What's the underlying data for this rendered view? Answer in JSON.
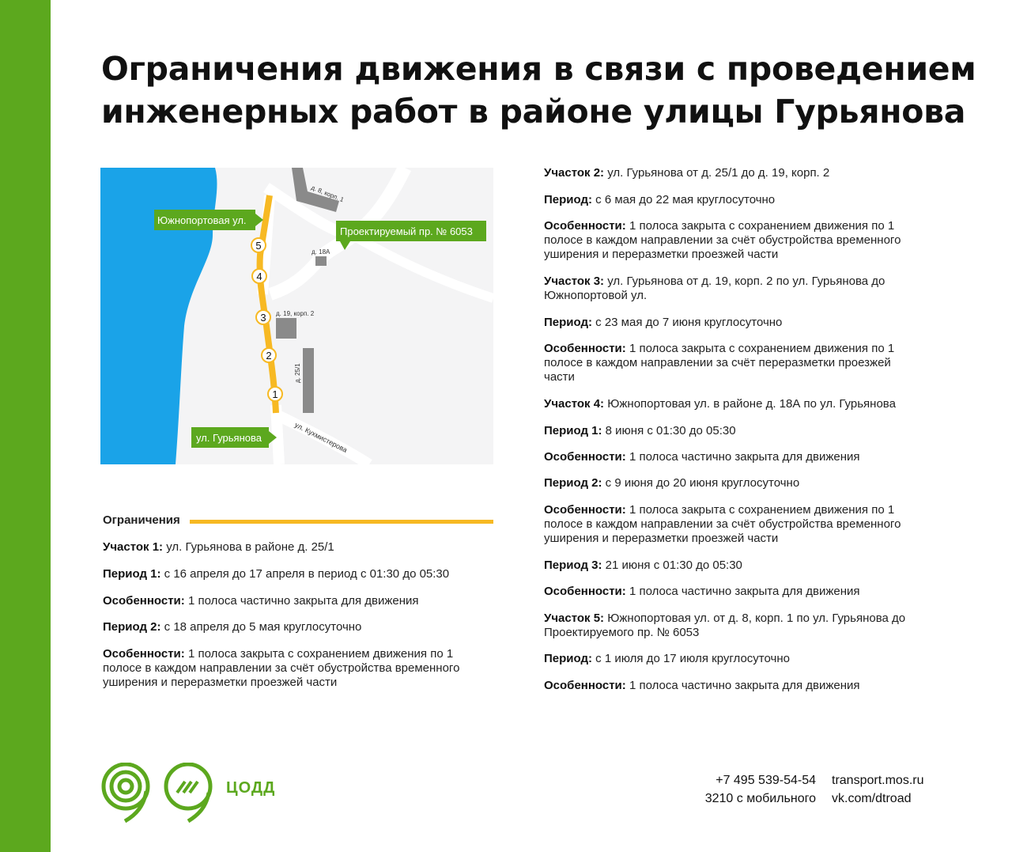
{
  "colors": {
    "brand_green": "#5ca81e",
    "restriction_yellow": "#f7b923",
    "water_blue": "#1aa3e8",
    "building_gray": "#8a8a8a",
    "road_white": "#ffffff"
  },
  "title_lines": [
    "Ограничения движения в связи с проведением",
    "инженерных работ в районе улицы Гурьянова"
  ],
  "map": {
    "labels": {
      "south_port": "Южнопортовая ул.",
      "projected": "Проектируемый пр. № 6053",
      "guryanova": "ул. Гурьянова",
      "kukhmisterova": "ул. Кухмистерова",
      "b8": "д. 8, корп. 1",
      "b18a": "д. 18А",
      "b19": "д. 19, корп. 2",
      "b25": "д. 25/1"
    },
    "markers": [
      "5",
      "4",
      "3",
      "2",
      "1"
    ]
  },
  "legend": {
    "label": "Ограничения"
  },
  "left_blocks": [
    {
      "key": "Участок 1:",
      "text": " ул. Гурьянова в районе д. 25/1"
    },
    {
      "key": "Период 1:",
      "text": " с 16 апреля до 17 апреля в период с 01:30 до 05:30"
    },
    {
      "key": "Особенности:",
      "text": " 1 полоса частично закрыта для движения"
    },
    {
      "key": "Период 2:",
      "text": " с 18 апреля до 5 мая круглосуточно"
    },
    {
      "key": "Особенности:",
      "text": " 1 полоса закрыта с сохранением движения по 1 полосе в каждом направлении за счёт обустройства временного уширения и переразметки проезжей части"
    }
  ],
  "right_blocks": [
    {
      "key": "Участок 2:",
      "text": " ул. Гурьянова от д. 25/1 до д. 19, корп. 2"
    },
    {
      "key": "Период:",
      "text": " с 6 мая до 22 мая круглосуточно"
    },
    {
      "key": "Особенности:",
      "text": " 1 полоса закрыта с сохранением движения по 1 полосе в каждом направлении за счёт обустройства временного уширения и переразметки проезжей части"
    },
    {
      "key": "Участок 3:",
      "text": " ул. Гурьянова от д. 19, корп. 2 по ул. Гурьянова до Южнопортовой ул."
    },
    {
      "key": "Период:",
      "text": " с 23 мая до 7 июня круглосуточно"
    },
    {
      "key": "Особенности:",
      "text": " 1 полоса закрыта с сохранением движения по 1 полосе в каждом направлении за счёт переразметки проезжей части"
    },
    {
      "key": "Участок 4:",
      "text": " Южнопортовая ул. в районе д. 18А по ул. Гурьянова"
    },
    {
      "key": "Период 1:",
      "text": " 8 июня с 01:30 до 05:30"
    },
    {
      "key": "Особенности:",
      "text": " 1 полоса частично закрыта для движения"
    },
    {
      "key": "Период 2:",
      "text": " с 9 июня до 20 июня круглосуточно"
    },
    {
      "key": "Особенности:",
      "text": " 1 полоса закрыта с сохранением движения по 1 полосе в каждом направлении за счёт обустройства временного уширения и переразметки проезжей части"
    },
    {
      "key": "Период 3:",
      "text": " 21 июня с 01:30 до 05:30"
    },
    {
      "key": "Особенности:",
      "text": " 1 полоса частично закрыта для движения"
    },
    {
      "key": "Участок 5:",
      "text": " Южнопортовая ул. от д. 8, корп. 1 по ул. Гурьянова до Проектируемого пр. № 6053"
    },
    {
      "key": "Период:",
      "text": " с 1 июля до 17 июля круглосуточно"
    },
    {
      "key": "Особенности:",
      "text": " 1 полоса частично закрыта для движения"
    }
  ],
  "footer": {
    "logo_text": "ЦОДД",
    "phone": "+7 495 539-54-54",
    "phone_note": "3210 с мобильного",
    "site": "transport.mos.ru",
    "vk": "vk.com/dtroad"
  }
}
